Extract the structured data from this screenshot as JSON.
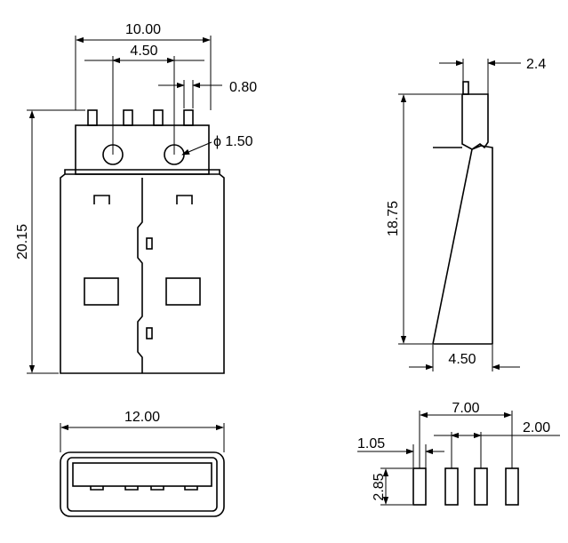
{
  "dimensions": {
    "top_width": "10.00",
    "pin_center_spacing": "4.50",
    "pin_width": "0.80",
    "hole_diameter": "ϕ 1.50",
    "overall_height": "20.15",
    "side_pin_thickness": "2.4",
    "side_body_height": "18.75",
    "side_body_width": "4.50",
    "front_width": "12.00",
    "pcb_outer_spacing": "7.00",
    "pcb_pin_spacing": "2.00",
    "pcb_pad_width": "1.05",
    "pcb_pad_height": "2.85"
  }
}
